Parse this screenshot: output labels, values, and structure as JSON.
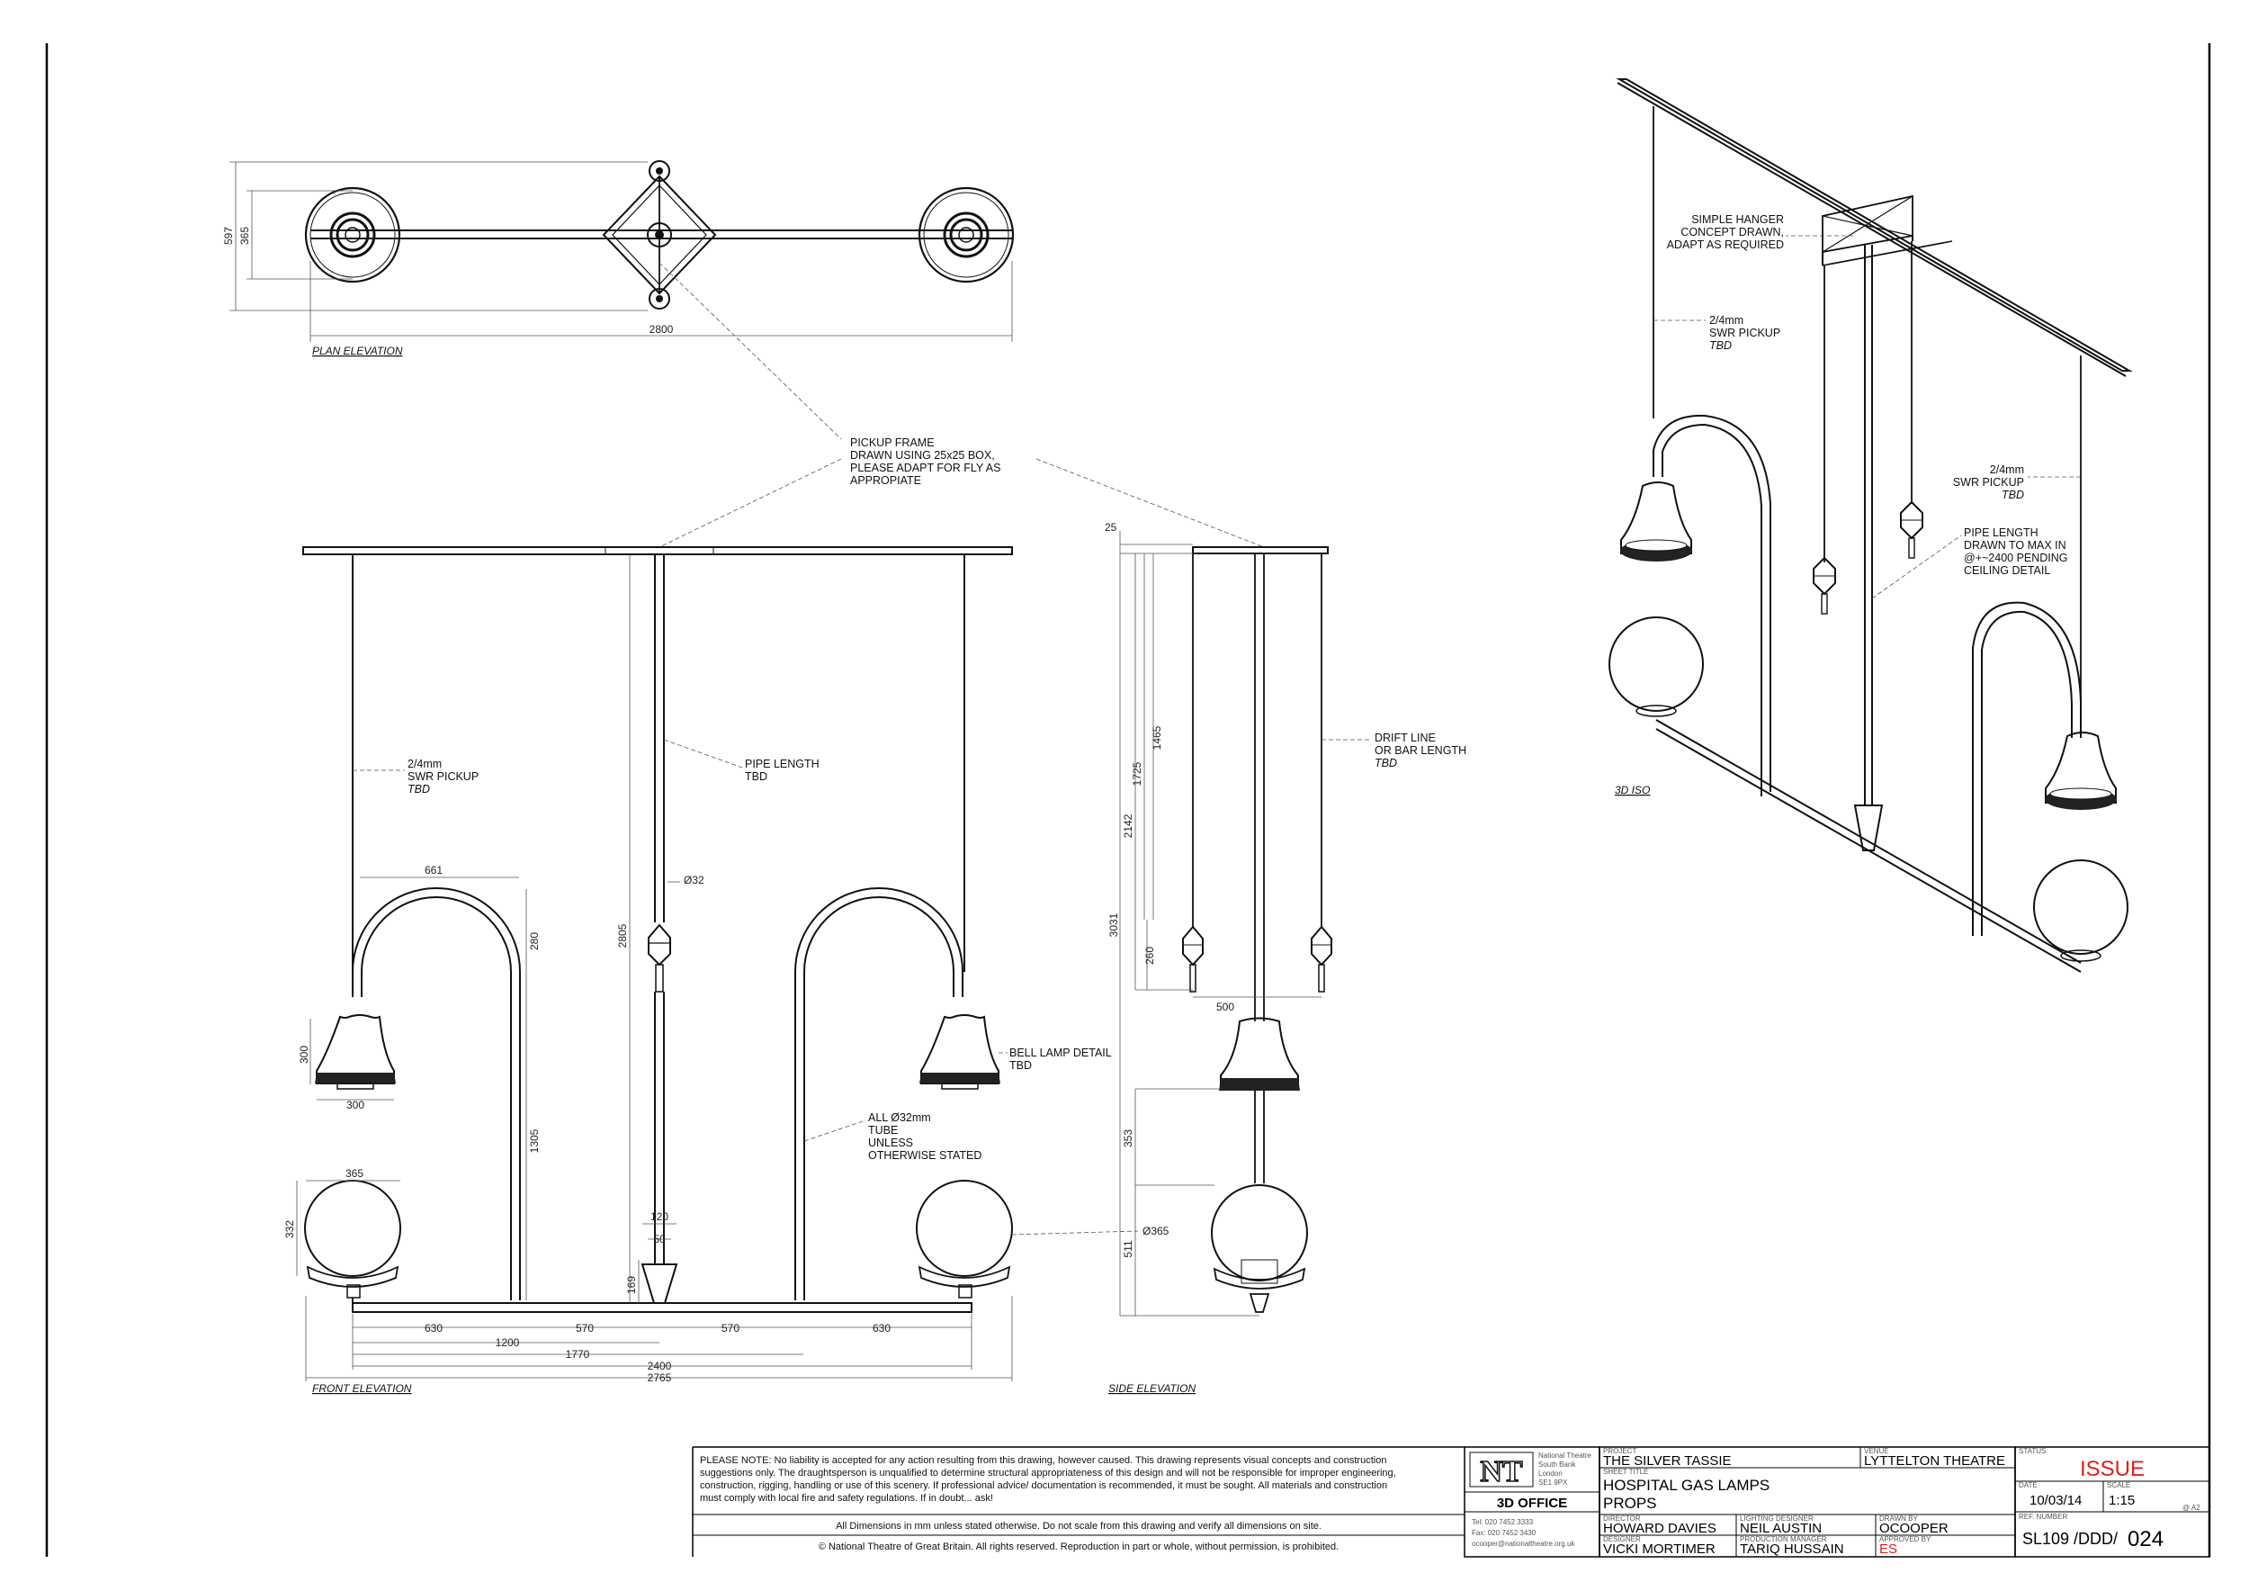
{
  "views": {
    "plan": {
      "label": "PLAN ELEVATION",
      "dims": {
        "width": "2800",
        "outer_height": "597",
        "globe_dia": "365"
      }
    },
    "front": {
      "label": "FRONT ELEVATION",
      "dims": {
        "arch_w": "661",
        "arch_h": "280",
        "bell_h": "300",
        "bell_w": "300",
        "stem_h": "1305",
        "globe_w": "365",
        "globe_h": "332",
        "seg_630a": "630",
        "seg_570a": "570",
        "seg_570b": "570",
        "seg_630b": "630",
        "d_1200": "1200",
        "d_1770": "1770",
        "d_2400": "2400",
        "d_2765": "2765",
        "pipe_h": "2805",
        "pipe_dia": "Ø32",
        "cone_w": "120",
        "cone_tip": "50",
        "cone_h": "169"
      }
    },
    "side": {
      "label": "SIDE ELEVATION",
      "dims": {
        "top": "25",
        "d_1465": "1465",
        "d_1725": "1725",
        "d_2142": "2142",
        "d_3031": "3031",
        "d_260": "260",
        "d_500": "500",
        "d_353": "353",
        "d_511": "511",
        "globe_dia": "Ø365"
      }
    },
    "iso": {
      "label": "3D ISO"
    }
  },
  "notes": {
    "pickup_frame": [
      "PICKUP FRAME",
      "DRAWN USING 25x25 BOX,",
      "PLEASE ADAPT FOR FLY AS",
      "APPROPIATE"
    ],
    "swr_front": [
      "2/4mm",
      "SWR PICKUP"
    ],
    "swr_front_tbd": "TBD",
    "pipe_length": [
      "PIPE LENGTH",
      "TBD"
    ],
    "bell_lamp": [
      "BELL LAMP DETAIL",
      "TBD"
    ],
    "all_tube": [
      "ALL Ø32mm",
      "TUBE",
      "UNLESS",
      "OTHERWISE STATED"
    ],
    "drift_line": [
      "DRIFT LINE",
      "OR BAR LENGTH"
    ],
    "drift_tbd": "TBD",
    "simple_hanger": [
      "SIMPLE HANGER",
      "CONCEPT DRAWN,",
      "ADAPT AS REQUIRED"
    ],
    "swr_iso_a": [
      "2/4mm",
      "SWR PICKUP"
    ],
    "swr_iso_a_tbd": "TBD",
    "swr_iso_b": [
      "2/4mm",
      "SWR PICKUP"
    ],
    "swr_iso_b_tbd": "TBD",
    "pipe_iso": [
      "PIPE LENGTH",
      "DRAWN TO MAX IN",
      "@+~2400 PENDING",
      "CEILING DETAIL"
    ]
  },
  "title_block": {
    "disclaimer_lines": [
      "PLEASE NOTE: No liability is accepted for any action resulting from this drawing, however caused.  This drawing represents visual concepts and construction",
      "suggestions only.  The draughtsperson is unqualified to determine structural appropriateness of this design and will not be responsible for improper engineering,",
      "construction, rigging, handling or use of this scenery.  If professional advice/ documentation is recommended, it must be sought.  All materials and construction",
      "must comply with local fire and safety regulations.  If in doubt... ask!"
    ],
    "dimensions_note": "All Dimensions in mm unless stated otherwise.  Do not scale from this drawing and verify all dimensions on site.",
    "copyright": "© National Theatre of Great Britain.  All rights reserved.  Reproduction in part or whole, without permission, is prohibited.",
    "logo_text": "NT",
    "address": [
      "National Theatre",
      "South Bank",
      "London",
      "SE1 9PX"
    ],
    "office": "3D OFFICE",
    "contact": [
      "Tel: 020 7452 3333",
      "Fax: 020 7452 3430",
      "ocooper@nationaltheatre.org.uk"
    ],
    "project_label": "PROJECT",
    "project": "THE SILVER TASSIE",
    "venue_label": "VENUE",
    "venue": "LYTTELTON THEATRE",
    "sheet_title_label": "SHEET TITLE",
    "sheet_title": [
      "HOSPITAL GAS LAMPS",
      "PROPS"
    ],
    "director_label": "DIRECTOR",
    "director": "HOWARD DAVIES",
    "lighting_label": "LIGHTING DESIGNER",
    "lighting": "NEIL AUSTIN",
    "drawn_label": "DRAWN BY",
    "drawn": "OCOOPER",
    "designer_label": "DESIGNER",
    "designer": "VICKI MORTIMER",
    "production_label": "PRODUCTION MANAGER",
    "production": "TARIQ HUSSAIN",
    "approved_label": "APPROVED BY",
    "approved": "ES",
    "status_label": "STATUS",
    "status": "ISSUE",
    "date_label": "DATE",
    "date": "10/03/14",
    "scale_label": "SCALE",
    "scale": "1:15",
    "paper": "@ A2",
    "ref_label": "REF. NUMBER",
    "ref_prefix": "SL109 /DDD/",
    "ref_number": "024",
    "accent_red": "#e0201a"
  }
}
